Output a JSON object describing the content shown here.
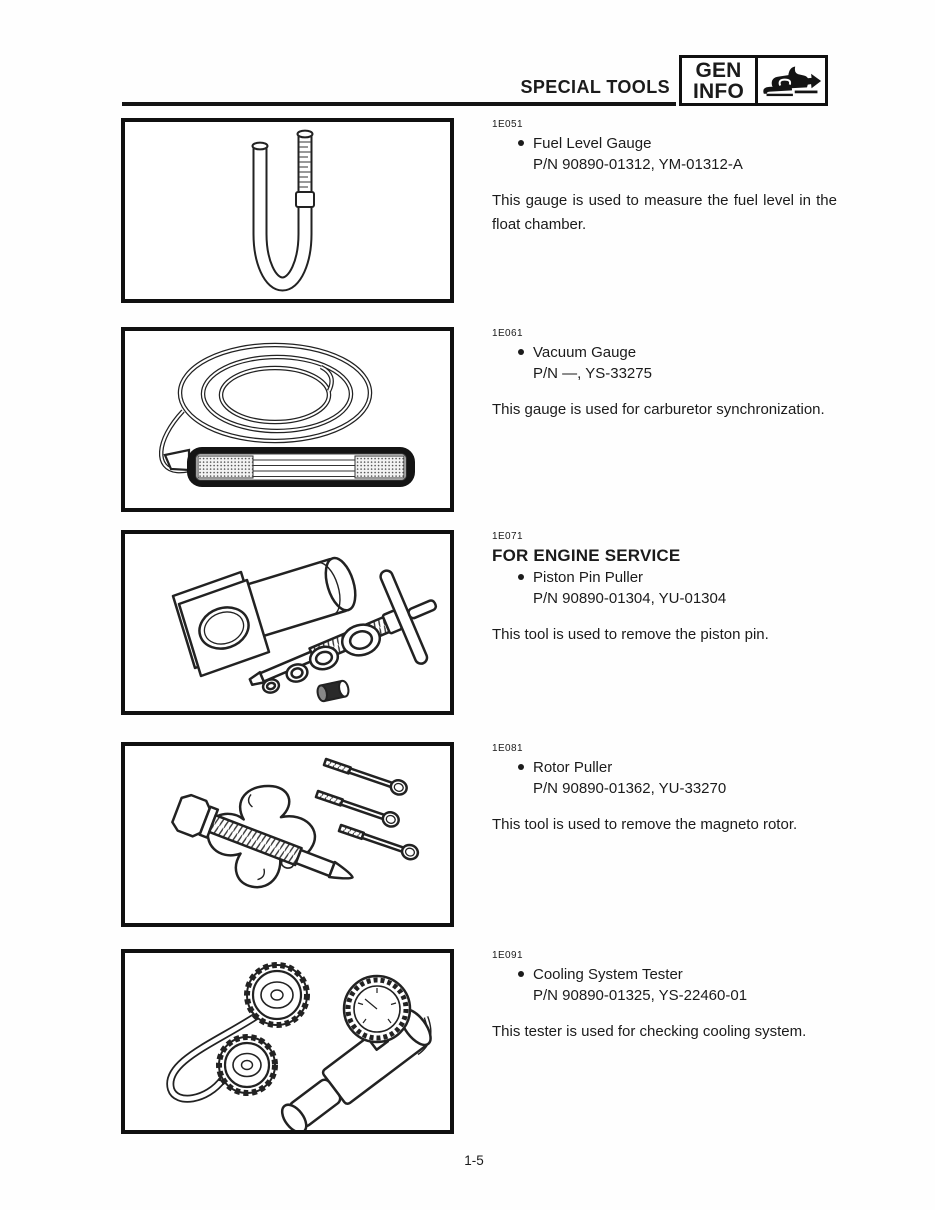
{
  "header": {
    "title": "SPECIAL TOOLS",
    "badge": {
      "line1": "GEN",
      "line2": "INFO",
      "icon": "snowmobile-icon"
    }
  },
  "colors": {
    "ink": "#1b1b1b",
    "paper": "#fefefe",
    "border": "#101010"
  },
  "sections": [
    {
      "code": "1E051",
      "tool": "Fuel Level Gauge",
      "part_number": "P/N 90890-01312, YM-01312-A",
      "description": "This gauge is used to measure the fuel level in the float chamber.",
      "illustration": "fuel-level-gauge"
    },
    {
      "code": "1E061",
      "tool": "Vacuum Gauge",
      "part_number": "P/N —, YS-33275",
      "description": "This gauge is used for carburetor synchronization.",
      "illustration": "vacuum-gauge"
    },
    {
      "code": "1E071",
      "heading": "FOR ENGINE SERVICE",
      "tool": "Piston Pin Puller",
      "part_number": "P/N 90890-01304, YU-01304",
      "description": "This tool is used to remove the piston pin.",
      "illustration": "piston-pin-puller"
    },
    {
      "code": "1E081",
      "tool": "Rotor Puller",
      "part_number": "P/N 90890-01362, YU-33270",
      "description": "This tool is used to remove the magneto rotor.",
      "illustration": "rotor-puller"
    },
    {
      "code": "1E091",
      "tool": "Cooling System Tester",
      "part_number": "P/N 90890-01325, YS-22460-01",
      "description": "This tester is used for checking cooling system.",
      "illustration": "cooling-system-tester"
    }
  ],
  "footer": {
    "page_number": "1-5"
  }
}
